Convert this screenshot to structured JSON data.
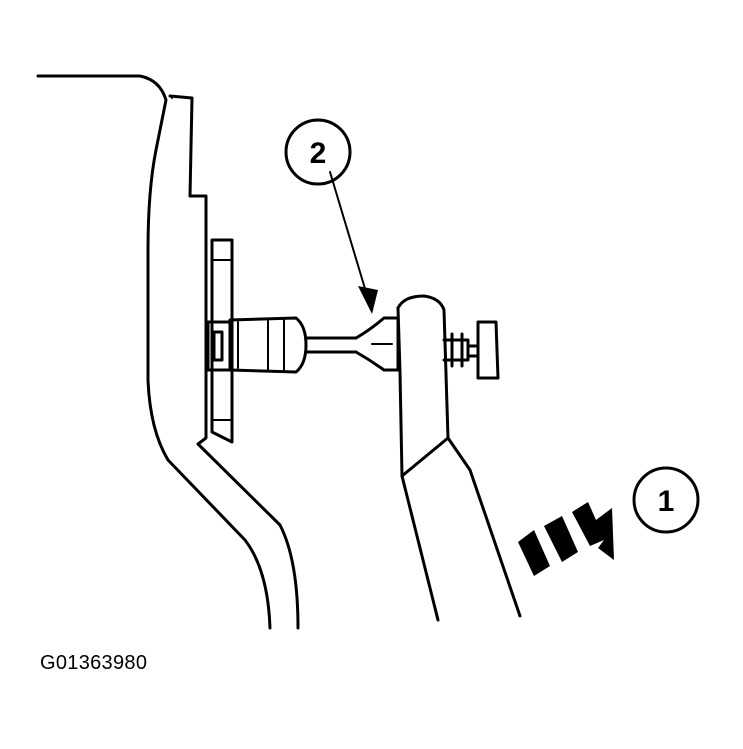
{
  "callouts": [
    {
      "id": "1",
      "label": "1"
    },
    {
      "id": "2",
      "label": "2"
    }
  ],
  "figure_id": "G01363980",
  "colors": {
    "ink": "#000000",
    "background": "#ffffff"
  }
}
